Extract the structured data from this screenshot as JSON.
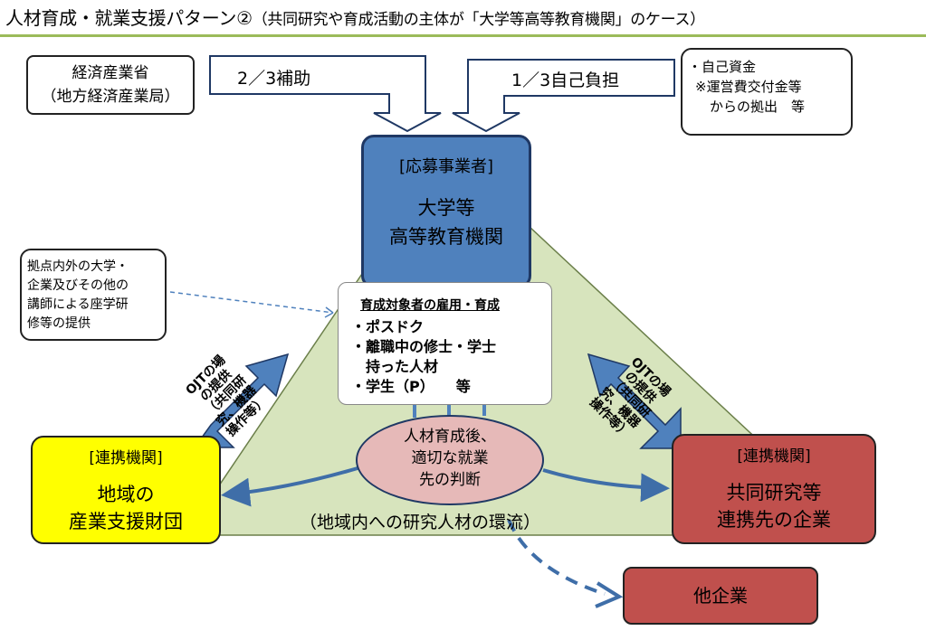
{
  "title": {
    "main": "人材育成・就業支援パターン②",
    "sub": "（共同研究や育成活動の主体が「大学等高等教育機関」のケース）"
  },
  "meti": {
    "line1": "経済産業省",
    "line2": "（地方経済産業局）"
  },
  "subsidy_arrow": "2／3補助",
  "self_arrow": "1／3自己負担",
  "self_funds": {
    "line1": "・自己資金",
    "line2": "※運営費交付金等",
    "line3": "からの拠出　等"
  },
  "applicant": {
    "label": "[応募事業者]",
    "line1": "大学等",
    "line2": "高等教育機関"
  },
  "lecture": {
    "line1": "拠点内外の大学・",
    "line2": "企業及びその他の",
    "line3": "講師による座学研",
    "line4": "修等の提供"
  },
  "trainees": {
    "heading": "育成対象者の雇用・育成",
    "items": [
      "・ポスドク",
      "・離職中の修士・学士",
      "　持った人材",
      "・学生（P）　　等"
    ]
  },
  "ojt_left": {
    "line1": "OJTの場",
    "line2": "の提供",
    "line3": "（共同研",
    "line4": "究、機器",
    "line5": "操作等）"
  },
  "ojt_right": {
    "line1": "OJTの場",
    "line2": "の提供",
    "line3": "（共同研",
    "line4": "究、機器",
    "line5": "操作等）"
  },
  "judge": {
    "line1": "人材育成後、",
    "line2": "適切な就業",
    "line3": "先の判断"
  },
  "partner_left": {
    "label": "[連携機関]",
    "line1": "地域の",
    "line2": "産業支援財団"
  },
  "partner_right": {
    "label": "[連携機関]",
    "line1": "共同研究等",
    "line2": "連携先の企業"
  },
  "circulation": "（地域内への研究人材の環流）",
  "other_company": "他企業",
  "colors": {
    "applicant": "#4f81bd",
    "triangle": "#d7e4bd",
    "partner_left": "#ffff00",
    "partner_right": "#c0504d",
    "judge": "#e6b9b8",
    "accent_green": "#9bbb59"
  }
}
